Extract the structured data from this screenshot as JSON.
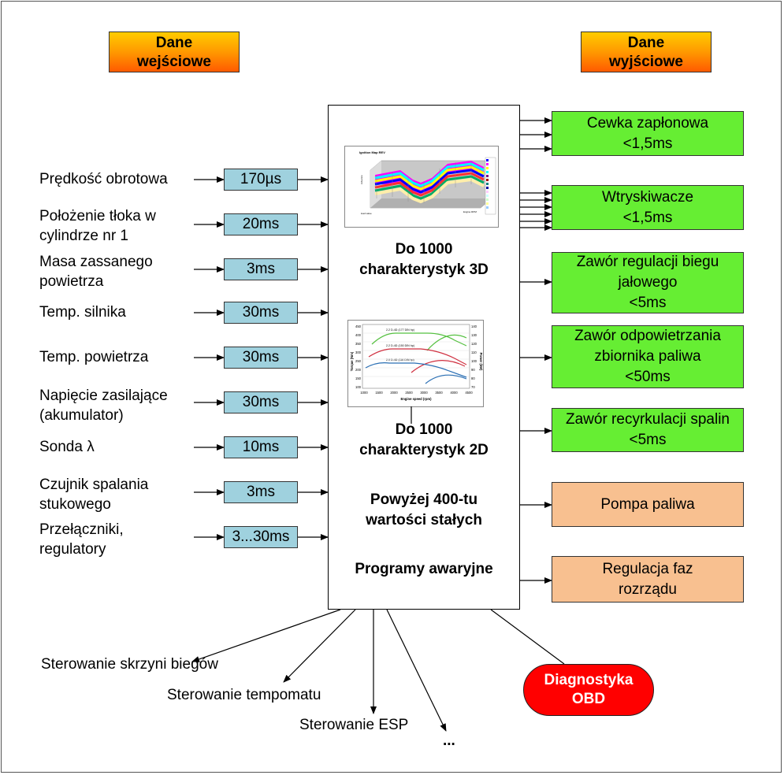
{
  "headers": {
    "input": [
      "Dane",
      "wejściowe"
    ],
    "output": [
      "Dane",
      "wyjściowe"
    ]
  },
  "inputs": [
    {
      "label": [
        "Prędkość obrotowa"
      ],
      "time": "170µs"
    },
    {
      "label": [
        "Położenie tłoka w",
        "cylindrze nr 1"
      ],
      "time": "20ms"
    },
    {
      "label": [
        "Masa zassanego",
        "powietrza"
      ],
      "time": "3ms"
    },
    {
      "label": [
        "Temp. silnika"
      ],
      "time": "30ms"
    },
    {
      "label": [
        "Temp. powietrza"
      ],
      "time": "30ms"
    },
    {
      "label": [
        "Napięcie zasilające",
        "(akumulator)"
      ],
      "time": "30ms"
    },
    {
      "label": [
        "Sonda λ"
      ],
      "time": "10ms"
    },
    {
      "label": [
        "Czujnik spalania",
        "stukowego"
      ],
      "time": "3ms"
    },
    {
      "label": [
        "Przełączniki,",
        "regulatory"
      ],
      "time": "3...30ms"
    }
  ],
  "ecu": {
    "maps3d": [
      "Do 1000",
      "charakterystyk 3D"
    ],
    "maps2d": [
      "Do 1000",
      "charakterystyk 2D"
    ],
    "constants": [
      "Powyżej 400-tu",
      "wartości stałych"
    ],
    "emergency": "Programy awaryjne",
    "chart3d_title": "Ignition Map REV",
    "chart3d_xlabel": "Engine RPM",
    "chart3d_ylabel": "Advance",
    "chart3d_zlabel": "load value",
    "chart2d_xlabel": "Engine speed (rpm)",
    "chart2d_ylabel_left": "Torque (Nm)",
    "chart2d_ylabel_right": "Power (kW)",
    "chart2d_series": [
      "2.2 D-4D (177 DIN hp)",
      "2.2 D-4D (150 DIN hp)",
      "2.0 D-4D (116 DIN hp)"
    ],
    "chart2d_xticks": [
      "1000",
      "1500",
      "2000",
      "2500",
      "3000",
      "3500",
      "4000",
      "4500"
    ],
    "chart2d_yticks_left": [
      "450",
      "400",
      "350",
      "300",
      "250",
      "200",
      "150",
      "100"
    ],
    "chart2d_yticks_right": [
      "140",
      "130",
      "120",
      "110",
      "100",
      "90",
      "80",
      "70"
    ]
  },
  "outputs": [
    {
      "label": [
        "Cewka zapłonowa",
        "<1,5ms"
      ],
      "kind": "green"
    },
    {
      "label": [
        "Wtryskiwacze",
        "<1,5ms"
      ],
      "kind": "green"
    },
    {
      "label": [
        "Zawór regulacji biegu",
        "jałowego",
        "<5ms"
      ],
      "kind": "green"
    },
    {
      "label": [
        "Zawór odpowietrzania",
        "zbiornika paliwa",
        "<50ms"
      ],
      "kind": "green"
    },
    {
      "label": [
        "Zawór recyrkulacji spalin",
        "<5ms"
      ],
      "kind": "green"
    },
    {
      "label": [
        "Pompa paliwa"
      ],
      "kind": "orange"
    },
    {
      "label": [
        "Regulacja faz",
        "rozrządu"
      ],
      "kind": "orange"
    }
  ],
  "bottom": {
    "gearbox": "Sterowanie skrzyni biegów",
    "cruise": "Sterowanie tempomatu",
    "esp": "Sterowanie ESP",
    "more": "...",
    "obd": [
      "Diagnostyka",
      "OBD"
    ]
  },
  "colors": {
    "input_box": "#9fd1de",
    "output_green": "#66ee33",
    "output_orange": "#f8c090",
    "obd": "#ff0000"
  }
}
